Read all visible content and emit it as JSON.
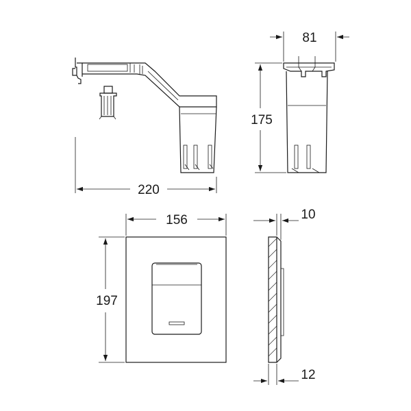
{
  "dimensions": {
    "bracket_width": "220",
    "holder_width": "81",
    "holder_height": "175",
    "plate_width": "156",
    "plate_height": "197",
    "plate_depth_top": "10",
    "plate_depth_bottom": "12"
  }
}
